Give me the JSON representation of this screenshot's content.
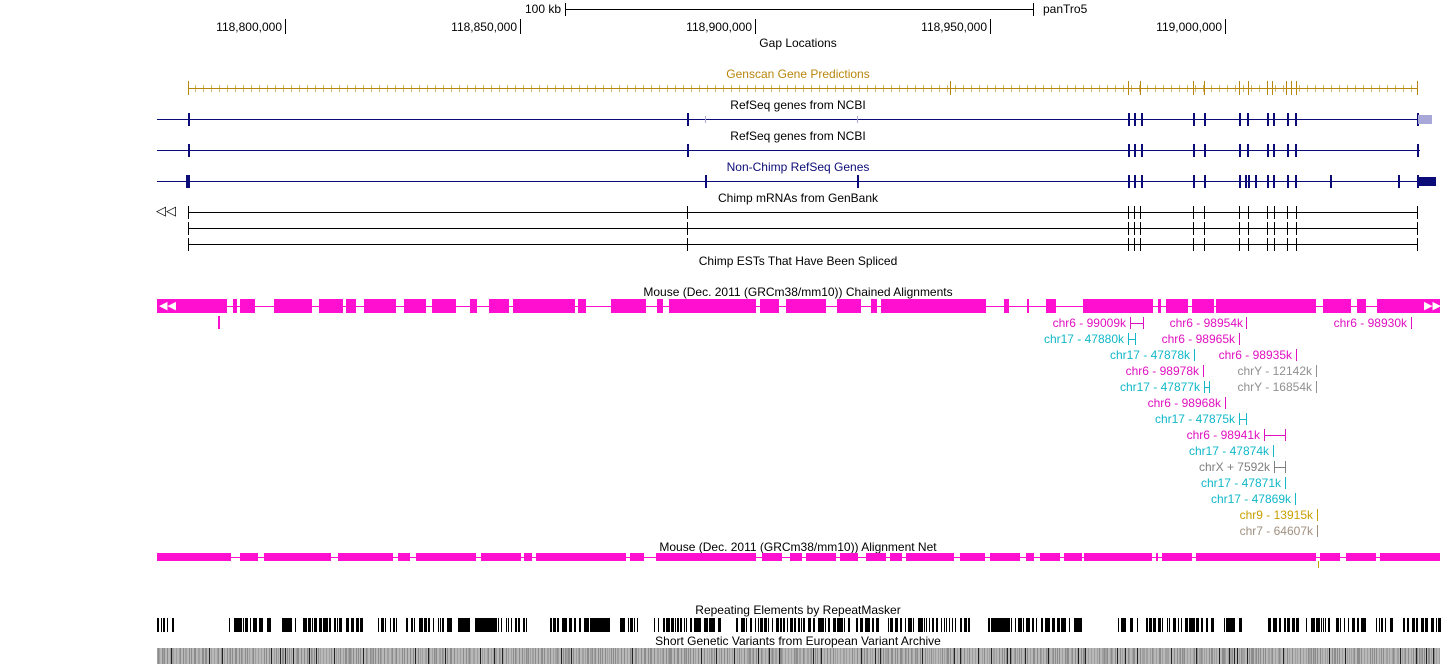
{
  "ruler": {
    "scale_label": "100 kb",
    "assembly": "panTro5",
    "positions": [
      "118,800,000",
      "118,850,000",
      "118,900,000",
      "118,950,000",
      "119,000,000"
    ]
  },
  "tracks": {
    "gap": "Gap Locations",
    "genscan": "Genscan Gene Predictions",
    "refseq1": "RefSeq genes from NCBI",
    "refseq2": "RefSeq genes from NCBI",
    "xenoref": "Non-Chimp RefSeq Genes",
    "mrna": "Chimp mRNAs from GenBank",
    "est": "Chimp ESTs That Have Been Spliced",
    "chain": "Mouse (Dec. 2011 (GRCm38/mm10)) Chained Alignments",
    "net": "Mouse (Dec. 2011 (GRCm38/mm10)) Alignment Net",
    "rmsk": "Repeating Elements by RepeatMasker",
    "eva": "Short Genetic Variants from European Variant Archive"
  },
  "chain_labels": [
    {
      "text": "chr6 - 99009k",
      "color": "#e010c0"
    },
    {
      "text": "chr6 - 98954k",
      "color": "#e010c0"
    },
    {
      "text": "chr6 - 98930k",
      "color": "#e010c0"
    },
    {
      "text": "chr17 - 47880k",
      "color": "#10b8c8"
    },
    {
      "text": "chr6 - 98965k",
      "color": "#e010c0"
    },
    {
      "text": "chr17 - 47878k",
      "color": "#10b8c8"
    },
    {
      "text": "chr6 - 98935k",
      "color": "#e010c0"
    },
    {
      "text": "chr6 - 98978k",
      "color": "#e010c0"
    },
    {
      "text": "chrY - 12142k",
      "color": "#909090"
    },
    {
      "text": "chr17 - 47877k",
      "color": "#10b8c8"
    },
    {
      "text": "chrY - 16854k",
      "color": "#909090"
    },
    {
      "text": "chr6 - 98968k",
      "color": "#e010c0"
    },
    {
      "text": "chr17 - 47875k",
      "color": "#10b8c8"
    },
    {
      "text": "chr6 - 98941k",
      "color": "#e010c0"
    },
    {
      "text": "chr17 - 47874k",
      "color": "#10b8c8"
    },
    {
      "text": "chrX + 7592k",
      "color": "#808080"
    },
    {
      "text": "chr17 - 47871k",
      "color": "#10b8c8"
    },
    {
      "text": "chr17 - 47869k",
      "color": "#10b8c8"
    },
    {
      "text": "chr9 - 13915k",
      "color": "#c8a000"
    },
    {
      "text": "chr7 - 64607k",
      "color": "#a09080"
    }
  ],
  "colors": {
    "genscan": "#b8860b",
    "refseq": "#0c0c78",
    "refseq_light": "#a8a8d8",
    "chain": "#ff10d0",
    "mrna": "#000000",
    "rmsk": "#000000",
    "eva": "#8c8c8c"
  }
}
